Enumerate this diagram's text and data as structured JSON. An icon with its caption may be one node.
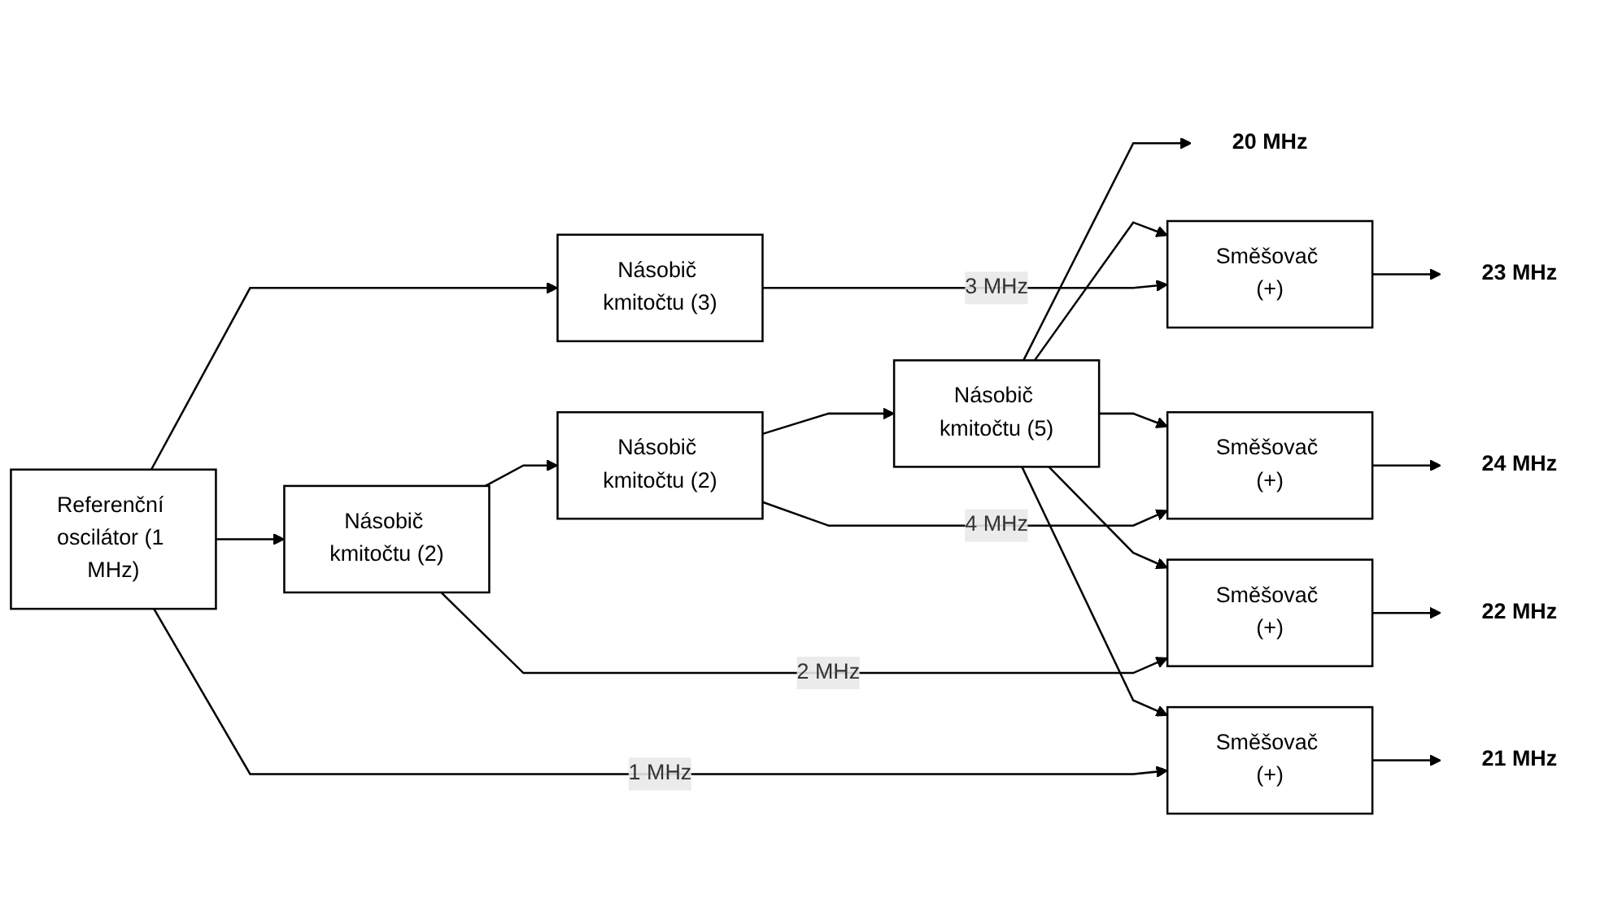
{
  "diagram": {
    "nodes": [
      {
        "text": [
          "Referenční oscilátor (1 MHz)"
        ]
      },
      {
        "text": [
          "Násobič kmitočtu (2)"
        ]
      },
      {
        "text": [
          "Násobič kmitočtu (2)"
        ]
      },
      {
        "text": [
          "Násobič kmitočtu (5)"
        ]
      },
      {
        "text": [
          "20 MHz"
        ]
      },
      {
        "text": [
          "Směšovač (+)"
        ]
      },
      {
        "text": [
          "21 MHz"
        ]
      },
      {
        "text": [
          "Směšovač (+)"
        ]
      },
      {
        "text": [
          "22 MHz"
        ]
      },
      {
        "text": [
          "Násobič kmitočtu (3)"
        ]
      },
      {
        "text": [
          "Směšovač (+)"
        ]
      },
      {
        "text": [
          "23 MHz"
        ]
      },
      {
        "text": [
          "Směšovač (+)"
        ]
      },
      {
        "text": [
          "24 MHz"
        ]
      }
    ],
    "edges": [
      {
        "from": 0,
        "to": 1,
        "arrow": "to"
      },
      {
        "from": 1,
        "to": 2,
        "arrow": "to"
      },
      {
        "from": 2,
        "to": 3,
        "arrow": "to"
      },
      {
        "from": 3,
        "to": 4,
        "arrow": "to"
      },
      {
        "from": 3,
        "to": 5,
        "arrow": "to"
      },
      {
        "from": 3,
        "to": 7,
        "arrow": "to"
      },
      {
        "from": 3,
        "to": 10,
        "arrow": "to"
      },
      {
        "from": 3,
        "to": 12,
        "arrow": "to"
      },
      {
        "from": 0,
        "to": 5,
        "arrow": "to",
        "label": "1 MHz"
      },
      {
        "from": 1,
        "to": 7,
        "arrow": "to",
        "label": "2 MHz"
      },
      {
        "from": 0,
        "to": 9,
        "arrow": "to"
      },
      {
        "from": 9,
        "to": 10,
        "arrow": "to",
        "label": "3 MHz"
      },
      {
        "from": 2,
        "to": 12,
        "arrow": "to",
        "label": "4 MHz"
      },
      {
        "from": 5,
        "to": 6,
        "arrow": "to"
      },
      {
        "from": 7,
        "to": 8,
        "arrow": "to"
      },
      {
        "from": 10,
        "to": 11,
        "arrow": "to"
      },
      {
        "from": 12,
        "to": 13,
        "arrow": "to"
      }
    ]
  }
}
